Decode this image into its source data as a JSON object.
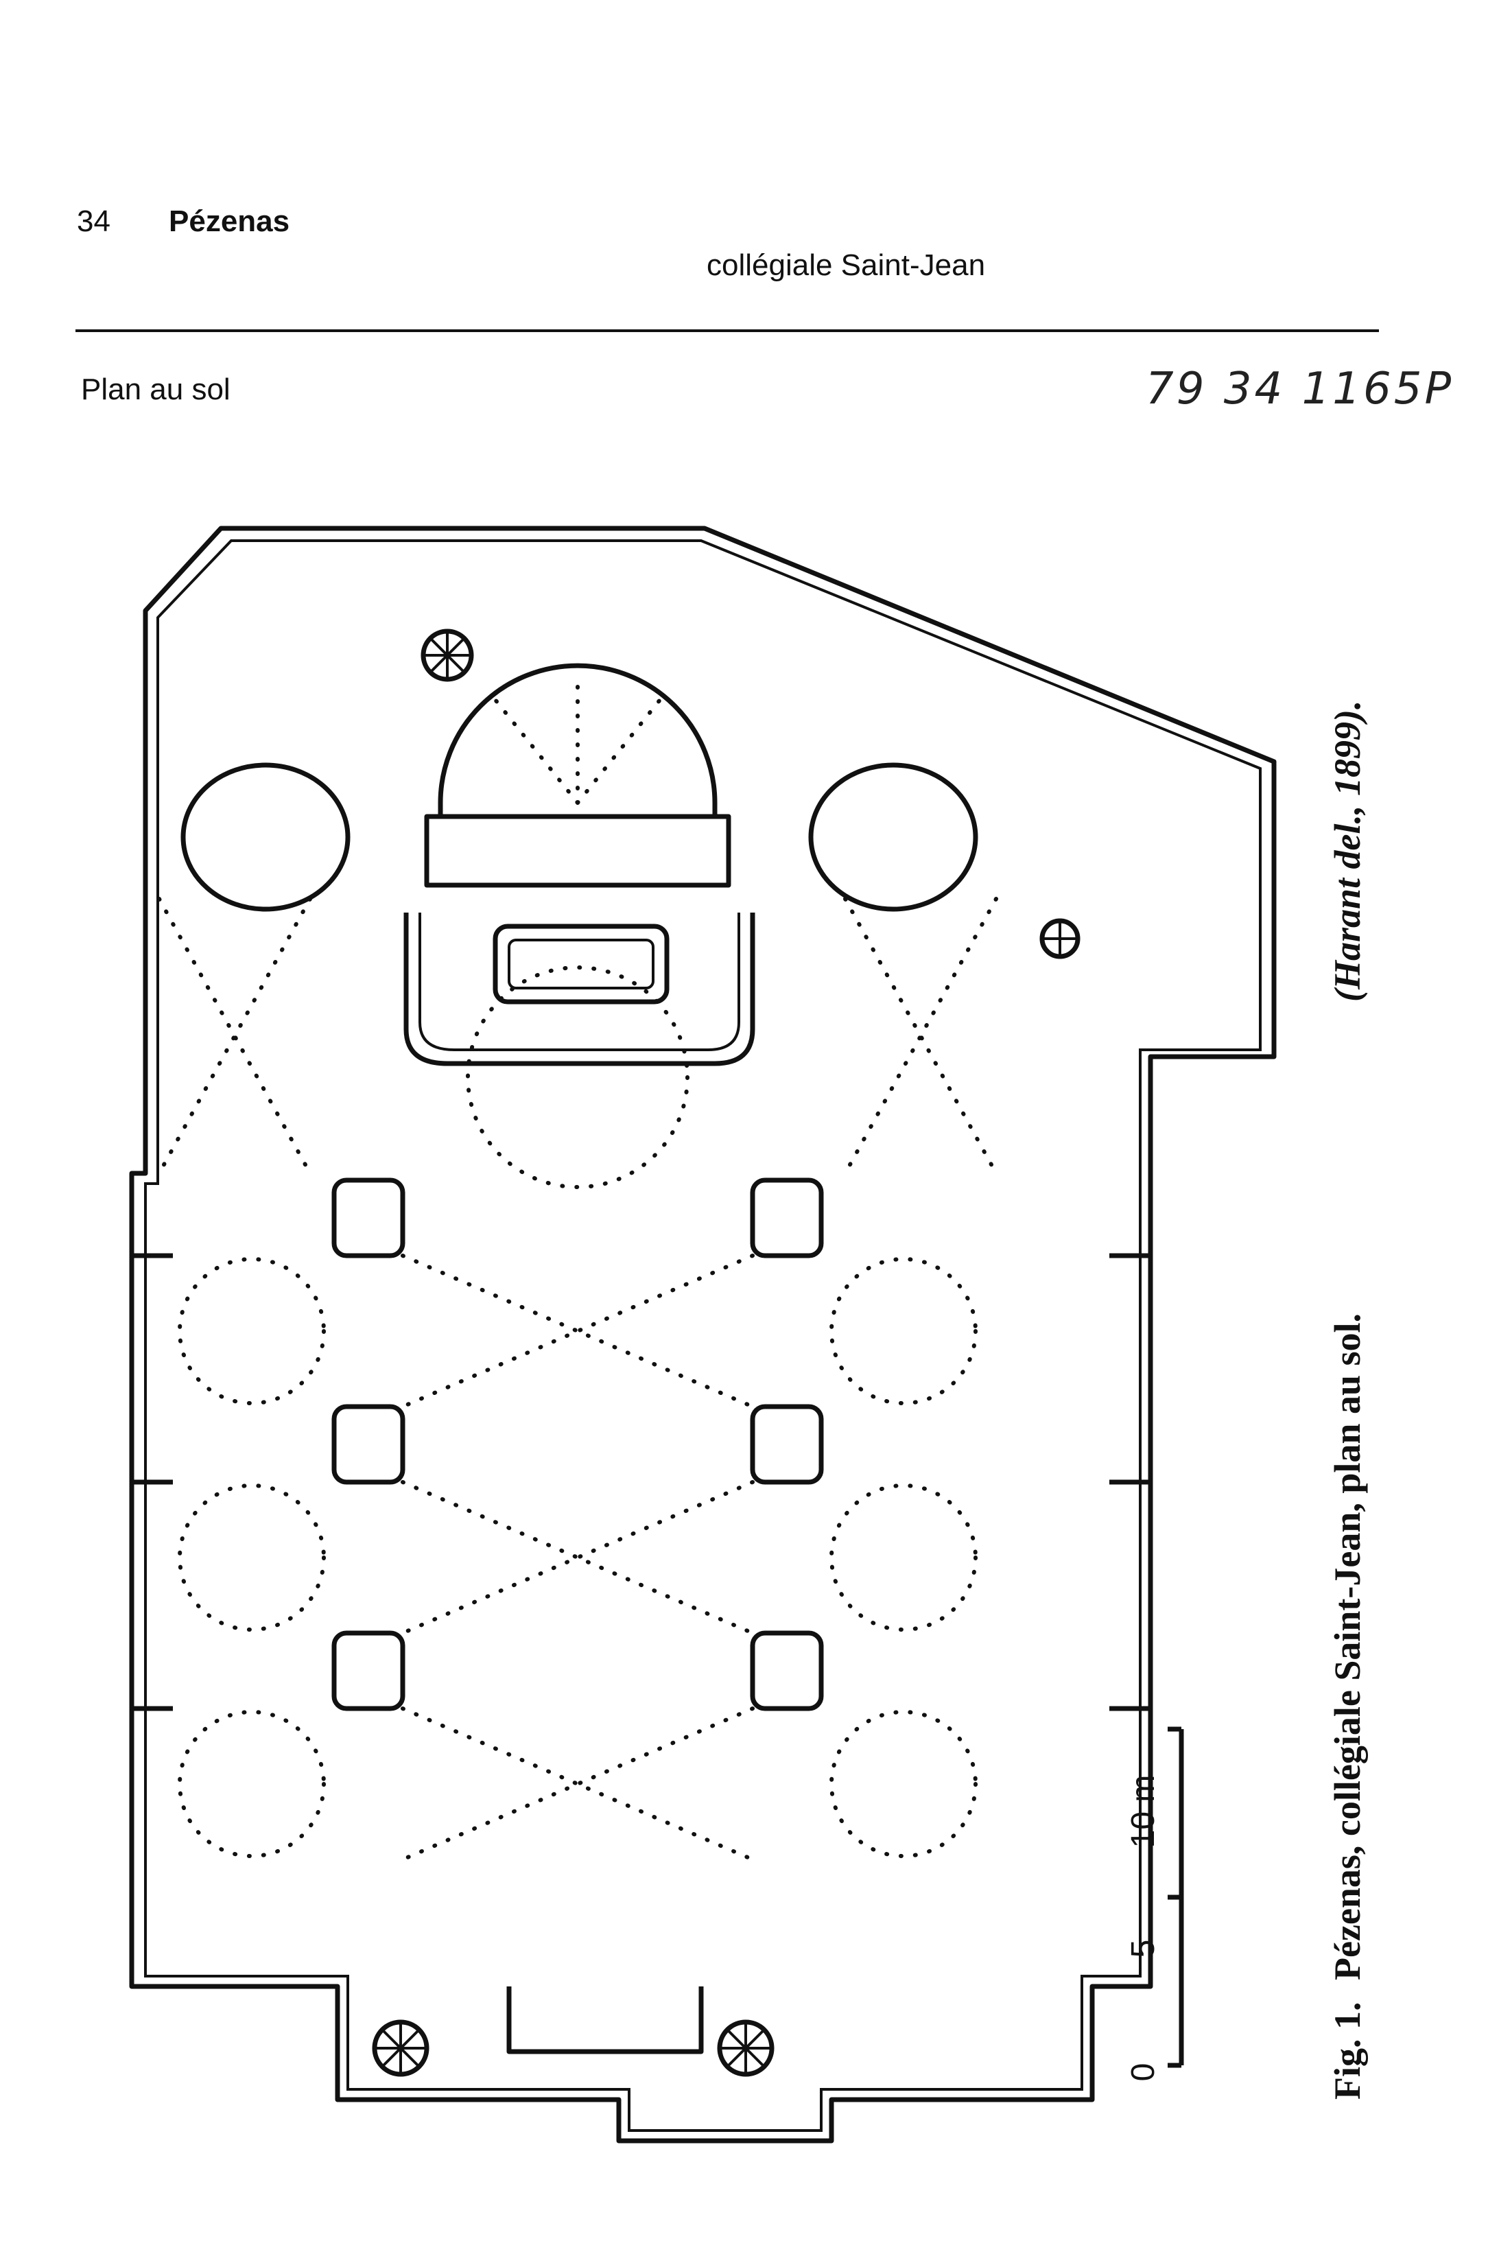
{
  "header": {
    "page_number": "34",
    "place": "Pézenas",
    "subtitle": "collégiale Saint-Jean"
  },
  "section": {
    "label": "Plan au sol"
  },
  "inventory_reference": "79 34 1165P",
  "figure": {
    "caption_fig": "Fig. 1.",
    "caption_main": "Pézenas, collégiale Saint-Jean, plan au sol.",
    "credit": "(Harant del., 1899).",
    "scale": {
      "tick_0": "0",
      "tick_5": "5",
      "tick_10": "10 m"
    }
  }
}
